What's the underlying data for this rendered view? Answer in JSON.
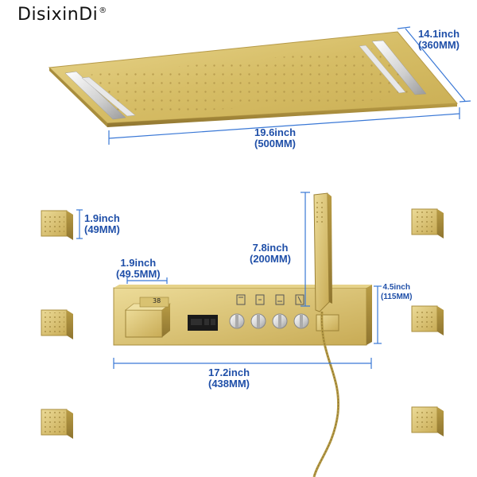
{
  "brand": {
    "name": "DisixinDi",
    "mark": "®"
  },
  "dimensions": {
    "panel_width": {
      "imperial": "19.6inch",
      "metric": "(500MM)"
    },
    "panel_depth": {
      "imperial": "14.1inch",
      "metric": "(360MM)"
    },
    "body_jet": {
      "imperial": "1.9inch",
      "metric": "(49MM)"
    },
    "handle": {
      "imperial": "1.9inch",
      "metric": "(49.5MM)"
    },
    "hand_shower": {
      "imperial": "7.8inch",
      "metric": "(200MM)"
    },
    "valve_height": {
      "imperial": "4.5inch",
      "metric": "(115MM)"
    },
    "valve_width": {
      "imperial": "17.2inch",
      "metric": "(438MM)"
    }
  },
  "display": {
    "temperature": "38"
  },
  "colors": {
    "gold": "#d8c06a",
    "gold_dark": "#a98f3a",
    "dimension_blue": "#1f4fa8",
    "line_blue": "#3a78d6"
  }
}
